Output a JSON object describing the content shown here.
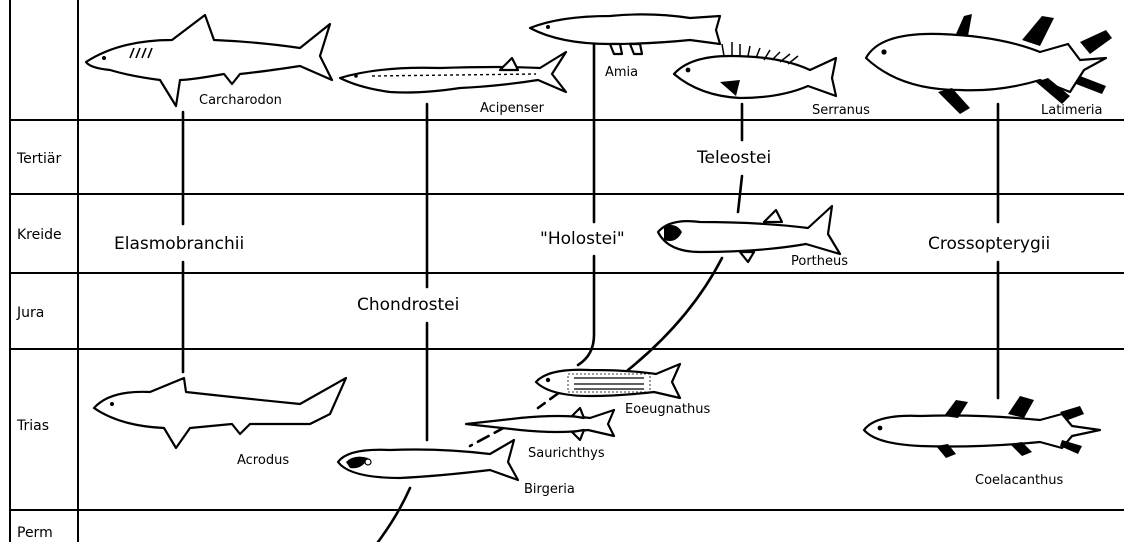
{
  "eras": [
    "Tertiär",
    "Kreide",
    "Jura",
    "Trias",
    "Perm"
  ],
  "groups": {
    "elasmobranchii": "Elasmobranchii",
    "chondrostei": "Chondrostei",
    "holostei": "\"Holostei\"",
    "teleostei": "Teleostei",
    "crossopterygii": "Crossopterygii"
  },
  "fishes": {
    "carcharodon": "Carcharodon",
    "acipenser": "Acipenser",
    "amia": "Amia",
    "serranus": "Serranus",
    "latimeria": "Latimeria",
    "portheus": "Portheus",
    "eoeugnathus": "Eoeugnathus",
    "saurichthys": "Saurichthys",
    "acrodus": "Acrodus",
    "birgeria": "Birgeria",
    "coelacanthus": "Coelacanthus"
  }
}
